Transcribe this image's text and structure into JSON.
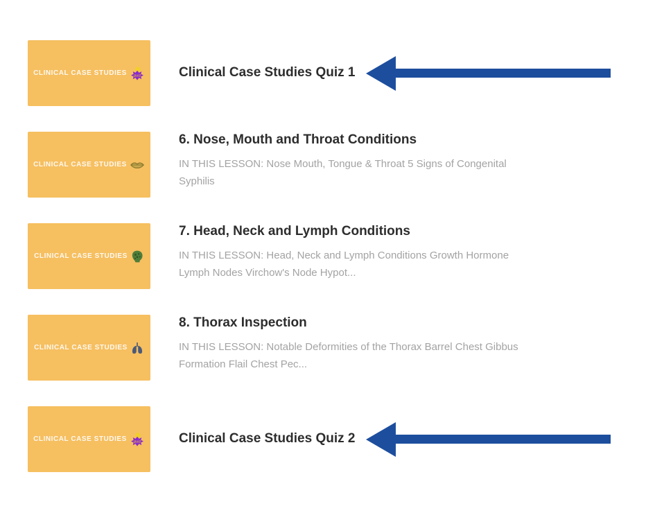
{
  "page": {
    "background": "#ffffff"
  },
  "colors": {
    "thumbnail_bg": "#f6bf60",
    "thumbnail_label": "#fdf8ef",
    "arrow_blue": "#1d4e9e",
    "title_text": "#2d2d2d",
    "description_text": "#a3a3a3",
    "quiz_badge_purple": "#8a2bc9",
    "quiz_badge_yellow": "#f2cf2a",
    "lips_icon_olive": "#8a7a30",
    "lymph_icon_green": "#4e7d3a",
    "lungs_icon_slate": "#4a5a78"
  },
  "lessons": [
    {
      "thumb_label": "CLINICAL CASE STUDIES",
      "icon": "quiz-burst-icon",
      "title": "Clinical Case Studies Quiz 1",
      "description": "",
      "arrow": true
    },
    {
      "thumb_label": "CLINICAL CASE STUDIES",
      "icon": "lips-icon",
      "title": "6. Nose, Mouth and Throat Conditions",
      "description": "IN THIS LESSON: Nose Mouth, Tongue & Throat 5 Signs of Congenital Syphilis",
      "arrow": false
    },
    {
      "thumb_label": "CLINICAL CASE STUDIES",
      "icon": "head-lymph-icon",
      "title": "7. Head, Neck and Lymph Conditions",
      "description": "IN THIS LESSON: Head, Neck and Lymph Conditions Growth Hormone Lymph Nodes Virchow's Node Hypot...",
      "arrow": false
    },
    {
      "thumb_label": "CLINICAL CASE STUDIES",
      "icon": "lungs-icon",
      "title": "8. Thorax Inspection",
      "description": "IN THIS LESSON: Notable Deformities of the Thorax Barrel Chest Gibbus Formation Flail Chest Pec...",
      "arrow": false
    },
    {
      "thumb_label": "CLINICAL CASE STUDIES",
      "icon": "quiz-burst-icon",
      "title": "Clinical Case Studies Quiz 2",
      "description": "",
      "arrow": true
    }
  ]
}
